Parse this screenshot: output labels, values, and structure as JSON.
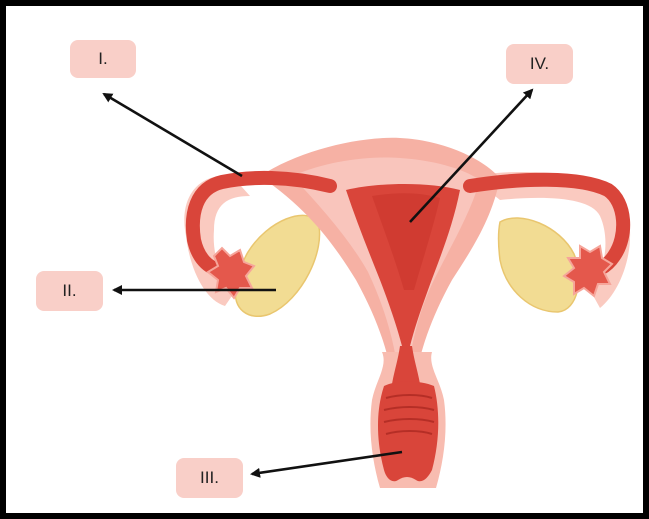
{
  "labels": {
    "one": "I.",
    "two": "II.",
    "three": "III.",
    "four": "IV."
  },
  "colors": {
    "frame": "#000000",
    "label_bg": "#f9cfc8",
    "tissue_outer": "#f6b1a4",
    "tissue_light": "#fbd6cf",
    "muscle_red": "#d9453a",
    "ovary_yellow": "#f2dc93",
    "arrow": "#111111"
  }
}
